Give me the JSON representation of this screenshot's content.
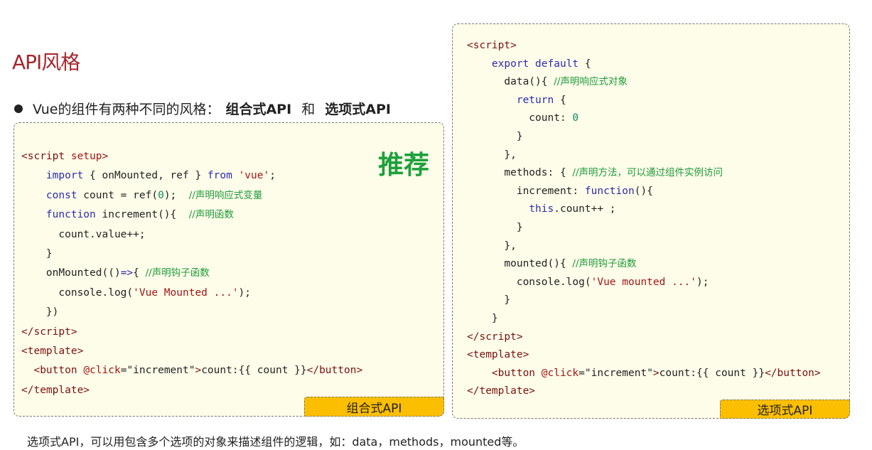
{
  "title": "API风格",
  "bullet": {
    "prefix": "Vue的组件有两种不同的风格：",
    "composition": "组合式API",
    "and": " 和 ",
    "options": "选项式API"
  },
  "recommend": "推荐",
  "left_label": "组合式API",
  "right_label": "选项式API",
  "footer": "选项式API，可以用包含多个选项的对象来描述组件的逻辑，如：data，methods，mounted等。",
  "colors": {
    "tag": "#7a1010",
    "keyword": "#2b2bb0",
    "comment": "#1e9a3c",
    "string": "#a31515",
    "number": "#0b8a5a",
    "label_bg": "#fcbf00",
    "title": "#a4262c"
  },
  "left_code": [
    [
      [
        "<script ",
        "tag"
      ],
      [
        "setup",
        "attr"
      ],
      [
        ">",
        "tag"
      ]
    ],
    [
      [
        "    ",
        "plain"
      ],
      [
        "import",
        "kw"
      ],
      [
        " { onMounted, ref } ",
        "plain"
      ],
      [
        "from",
        "kw"
      ],
      [
        " ",
        "plain"
      ],
      [
        "'vue'",
        "str"
      ],
      [
        ";",
        "plain"
      ]
    ],
    [
      [
        "    ",
        "plain"
      ],
      [
        "const",
        "kw"
      ],
      [
        " count = ref(",
        "plain"
      ],
      [
        "0",
        "num"
      ],
      [
        ");  ",
        "plain"
      ],
      [
        "//声明响应式变量",
        "cm"
      ]
    ],
    [
      [
        "    ",
        "plain"
      ],
      [
        "function",
        "kw"
      ],
      [
        " increment(){  ",
        "plain"
      ],
      [
        "//声明函数",
        "cm"
      ]
    ],
    [
      [
        "      count.value++;",
        "plain"
      ]
    ],
    [
      [
        "    }",
        "plain"
      ]
    ],
    [
      [
        "    onMounted(()",
        "plain"
      ],
      [
        "=>",
        "kw"
      ],
      [
        "{ ",
        "plain"
      ],
      [
        "//声明钩子函数",
        "cm"
      ]
    ],
    [
      [
        "      console.log(",
        "plain"
      ],
      [
        "'Vue Mounted ...'",
        "str"
      ],
      [
        ");",
        "plain"
      ]
    ],
    [
      [
        "    })",
        "plain"
      ]
    ],
    [
      [
        "</script>",
        "tag"
      ]
    ],
    [
      [
        "<template>",
        "tag"
      ]
    ],
    [
      [
        "  ",
        "plain"
      ],
      [
        "<button ",
        "tag"
      ],
      [
        "@click",
        "attr"
      ],
      [
        "=",
        "plain"
      ],
      [
        "\"increment\"",
        "plain"
      ],
      [
        ">",
        "tag"
      ],
      [
        "count:{{ count }}",
        "plain"
      ],
      [
        "</button>",
        "tag"
      ]
    ],
    [
      [
        "</template>",
        "tag"
      ]
    ]
  ],
  "right_code": [
    [
      [
        "<script>",
        "tag"
      ]
    ],
    [
      [
        "    ",
        "plain"
      ],
      [
        "export",
        "kw"
      ],
      [
        " ",
        "plain"
      ],
      [
        "default",
        "kw"
      ],
      [
        " {",
        "plain"
      ]
    ],
    [
      [
        "      data(){ ",
        "plain"
      ],
      [
        "//声明响应式对象",
        "cm"
      ]
    ],
    [
      [
        "        ",
        "plain"
      ],
      [
        "return",
        "kw"
      ],
      [
        " {",
        "plain"
      ]
    ],
    [
      [
        "          count: ",
        "plain"
      ],
      [
        "0",
        "num"
      ]
    ],
    [
      [
        "        }",
        "plain"
      ]
    ],
    [
      [
        "      },",
        "plain"
      ]
    ],
    [
      [
        "      methods: { ",
        "plain"
      ],
      [
        "//声明方法，可以通过组件实例访问",
        "cm"
      ]
    ],
    [
      [
        "        increment: ",
        "plain"
      ],
      [
        "function",
        "kw"
      ],
      [
        "(){",
        "plain"
      ]
    ],
    [
      [
        "          ",
        "plain"
      ],
      [
        "this",
        "kw"
      ],
      [
        ".count++ ;",
        "plain"
      ]
    ],
    [
      [
        "        }",
        "plain"
      ]
    ],
    [
      [
        "      },",
        "plain"
      ]
    ],
    [
      [
        "      mounted(){ ",
        "plain"
      ],
      [
        "//声明钩子函数",
        "cm"
      ]
    ],
    [
      [
        "        console.log(",
        "plain"
      ],
      [
        "'Vue mounted ...'",
        "str"
      ],
      [
        ");",
        "plain"
      ]
    ],
    [
      [
        "      }",
        "plain"
      ]
    ],
    [
      [
        "    }",
        "plain"
      ]
    ],
    [
      [
        "</script>",
        "tag"
      ]
    ],
    [
      [
        "<template>",
        "tag"
      ]
    ],
    [
      [
        "    ",
        "plain"
      ],
      [
        "<button ",
        "tag"
      ],
      [
        "@click",
        "attr"
      ],
      [
        "=",
        "plain"
      ],
      [
        "\"increment\"",
        "plain"
      ],
      [
        ">",
        "tag"
      ],
      [
        "count:{{ count }}",
        "plain"
      ],
      [
        "</button>",
        "tag"
      ]
    ],
    [
      [
        "</template>",
        "tag"
      ]
    ]
  ]
}
